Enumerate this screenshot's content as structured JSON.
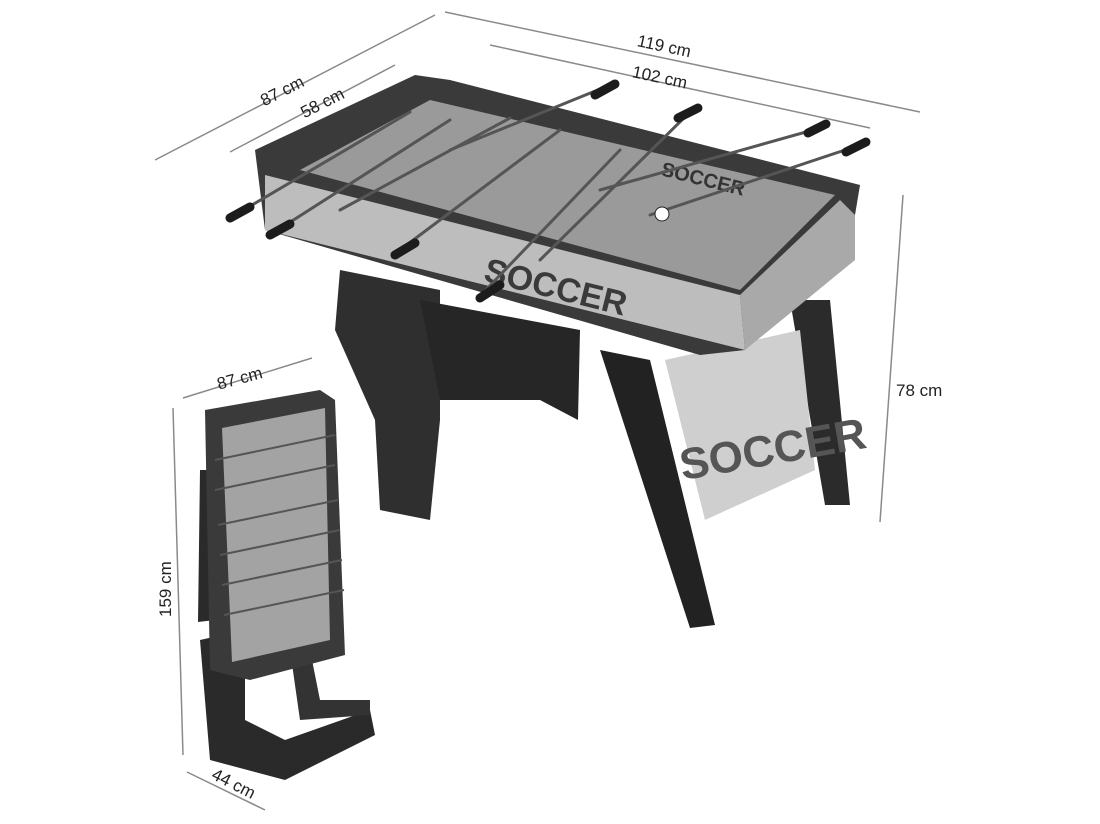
{
  "dimensions": {
    "assembled": {
      "overall_length": "119 cm",
      "playfield_length": "102 cm",
      "overall_width": "87 cm",
      "playfield_width": "58 cm",
      "height": "78 cm"
    },
    "folded": {
      "width": "87 cm",
      "height": "159 cm",
      "depth": "44 cm"
    }
  },
  "table_branding": "SOCCER",
  "colors": {
    "legs": "#2b2b2b",
    "frame": "#3a3a3a",
    "field": "#9a9a9a",
    "dimension_line": "#8a8a8a"
  }
}
